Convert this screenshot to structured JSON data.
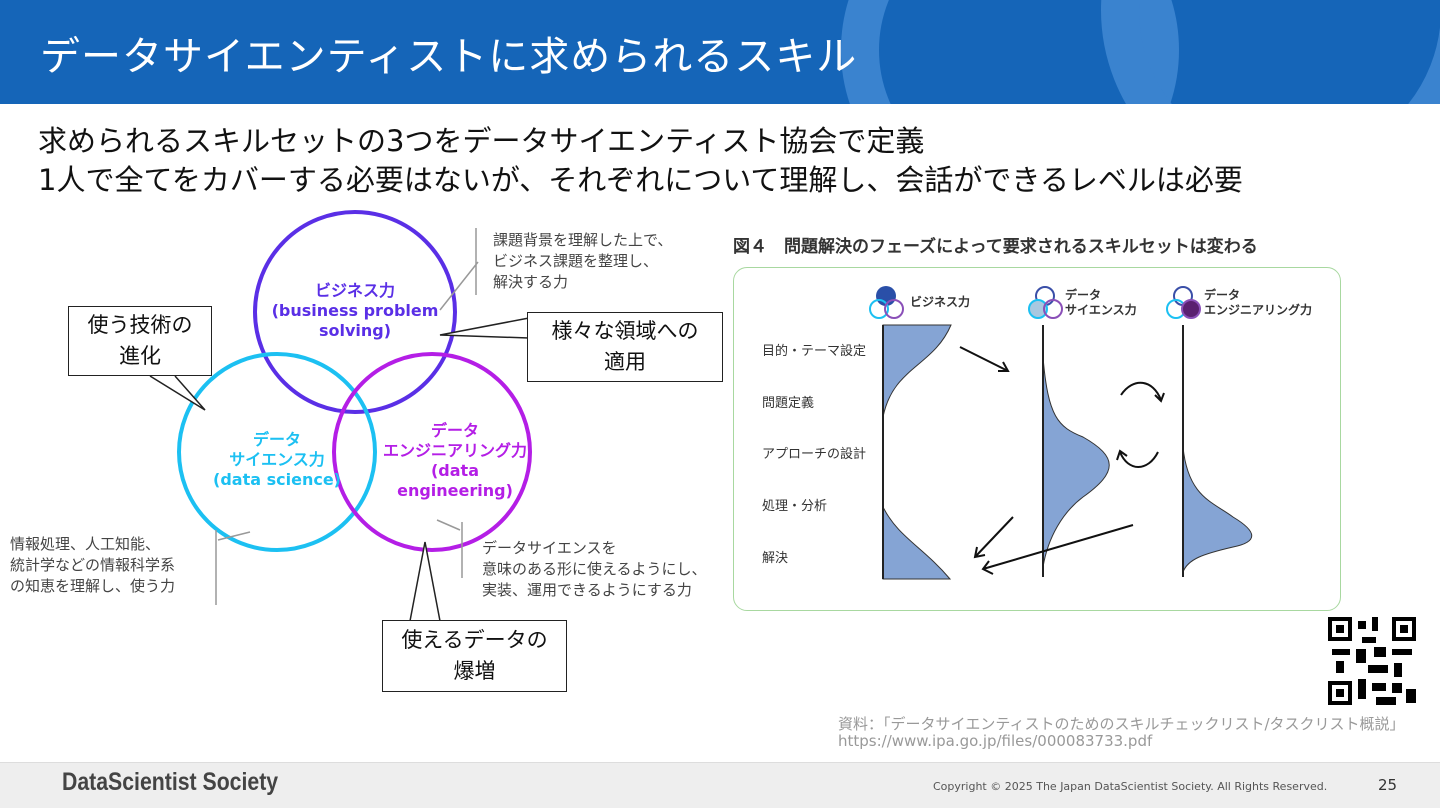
{
  "slide": {
    "title": "データサイエンティストに求められるスキル",
    "page_number": "25"
  },
  "lead": [
    "求められるスキルセットの3つをデータサイエンティスト協会で定義",
    "1人で全てをカバーする必要はないが、それぞれについて理解し、会話ができるレベルは必要"
  ],
  "venn": {
    "business": [
      "ビジネス力",
      "(business problem",
      "solving)"
    ],
    "science": [
      "データ",
      "サイエンス力",
      "(data science)"
    ],
    "engineering": [
      "データ",
      "エンジニアリング力",
      "(data",
      "engineering)"
    ],
    "colors": {
      "business": "#5a2fe6",
      "science": "#1cc0f2",
      "engineering": "#b41ee6"
    }
  },
  "notes": {
    "business": [
      "課題背景を理解した上で、",
      "ビジネス課題を整理し、",
      "解決する力"
    ],
    "science": [
      "情報処理、人工知能、",
      "統計学などの情報科学系",
      "の知恵を理解し、使う力"
    ],
    "engineering": [
      "データサイエンスを",
      "意味のある形に使えるようにし、",
      "実装、運用できるようにする力"
    ]
  },
  "callouts": {
    "tech": [
      "使う技術の",
      "進化"
    ],
    "domain": [
      "様々な領域への",
      "適用"
    ],
    "data": [
      "使えるデータの",
      "爆増"
    ]
  },
  "figure": {
    "title": "図４　問題解決のフェーズによって要求されるスキルセットは変わる",
    "phases": [
      "目的・テーマ設定",
      "問題定義",
      "アプローチの設計",
      "処理・分析",
      "解決"
    ],
    "columns": [
      [
        "ビジネス力"
      ],
      [
        "データ",
        "サイエンス力"
      ],
      [
        "データ",
        "エンジニアリング力"
      ]
    ]
  },
  "source": {
    "label": "資料：「データサイエンティストのためのスキルチェックリスト/タスクリスト概説」",
    "url": "https://www.ipa.go.jp/files/000083733.pdf"
  },
  "footer": {
    "brand": "DataScientist Society",
    "copyright": "Copyright © 2025 The Japan DataScientist Society. All Rights Reserved."
  }
}
